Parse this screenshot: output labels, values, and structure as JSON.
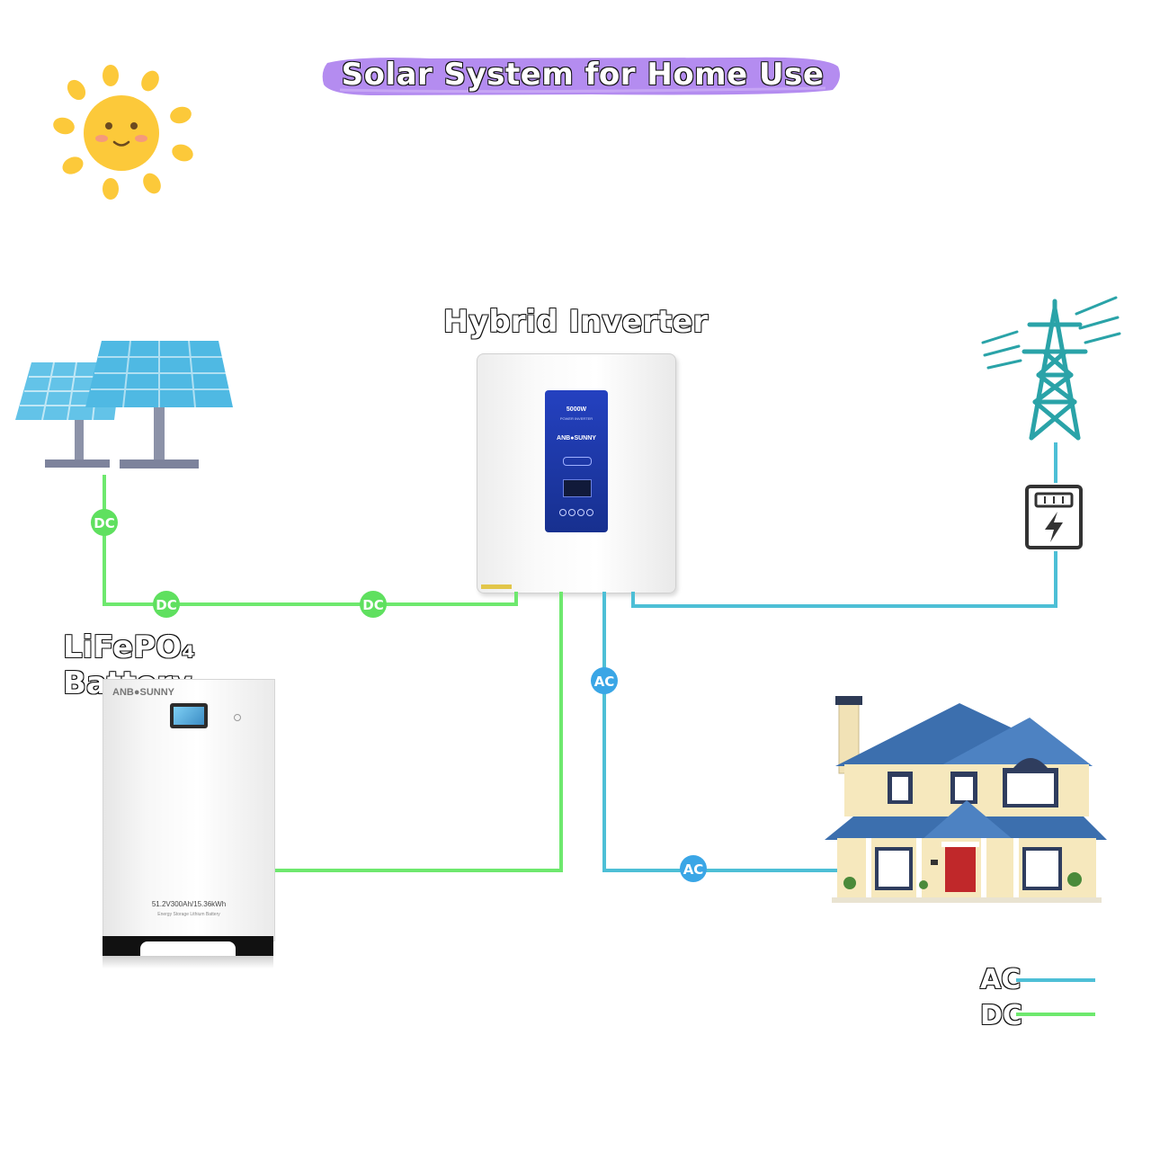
{
  "title": "Solar System for Home Use",
  "inverter": {
    "label": "Hybrid Inverter",
    "power": "5000W",
    "subtitle": "POWER INVERTER",
    "brand": "ANB●SUNNY"
  },
  "battery": {
    "label": "LiFePO₄ Battery",
    "brand": "ANB●SUNNY",
    "spec": "51.2V300Ah/15.36kWh",
    "subtitle": "Energy Storage Lithium Battery"
  },
  "badges": {
    "dc": "DC",
    "ac": "AC"
  },
  "legend": {
    "ac": "AC",
    "dc": "DC"
  },
  "colors": {
    "ac_line": "#4dbfd6",
    "dc_line": "#6ee86e",
    "dc_badge": "#5fe05f",
    "ac_badge": "#3aa6e6",
    "title_band": "#b48cf0",
    "sun": "#fcc93a",
    "panel": "#4fb9e3",
    "inverter_screen": "#1f3fb5",
    "roof": "#3c6fae",
    "house_wall": "#f6e8bd",
    "door": "#c0282a",
    "tower": "#2aa3a8"
  }
}
